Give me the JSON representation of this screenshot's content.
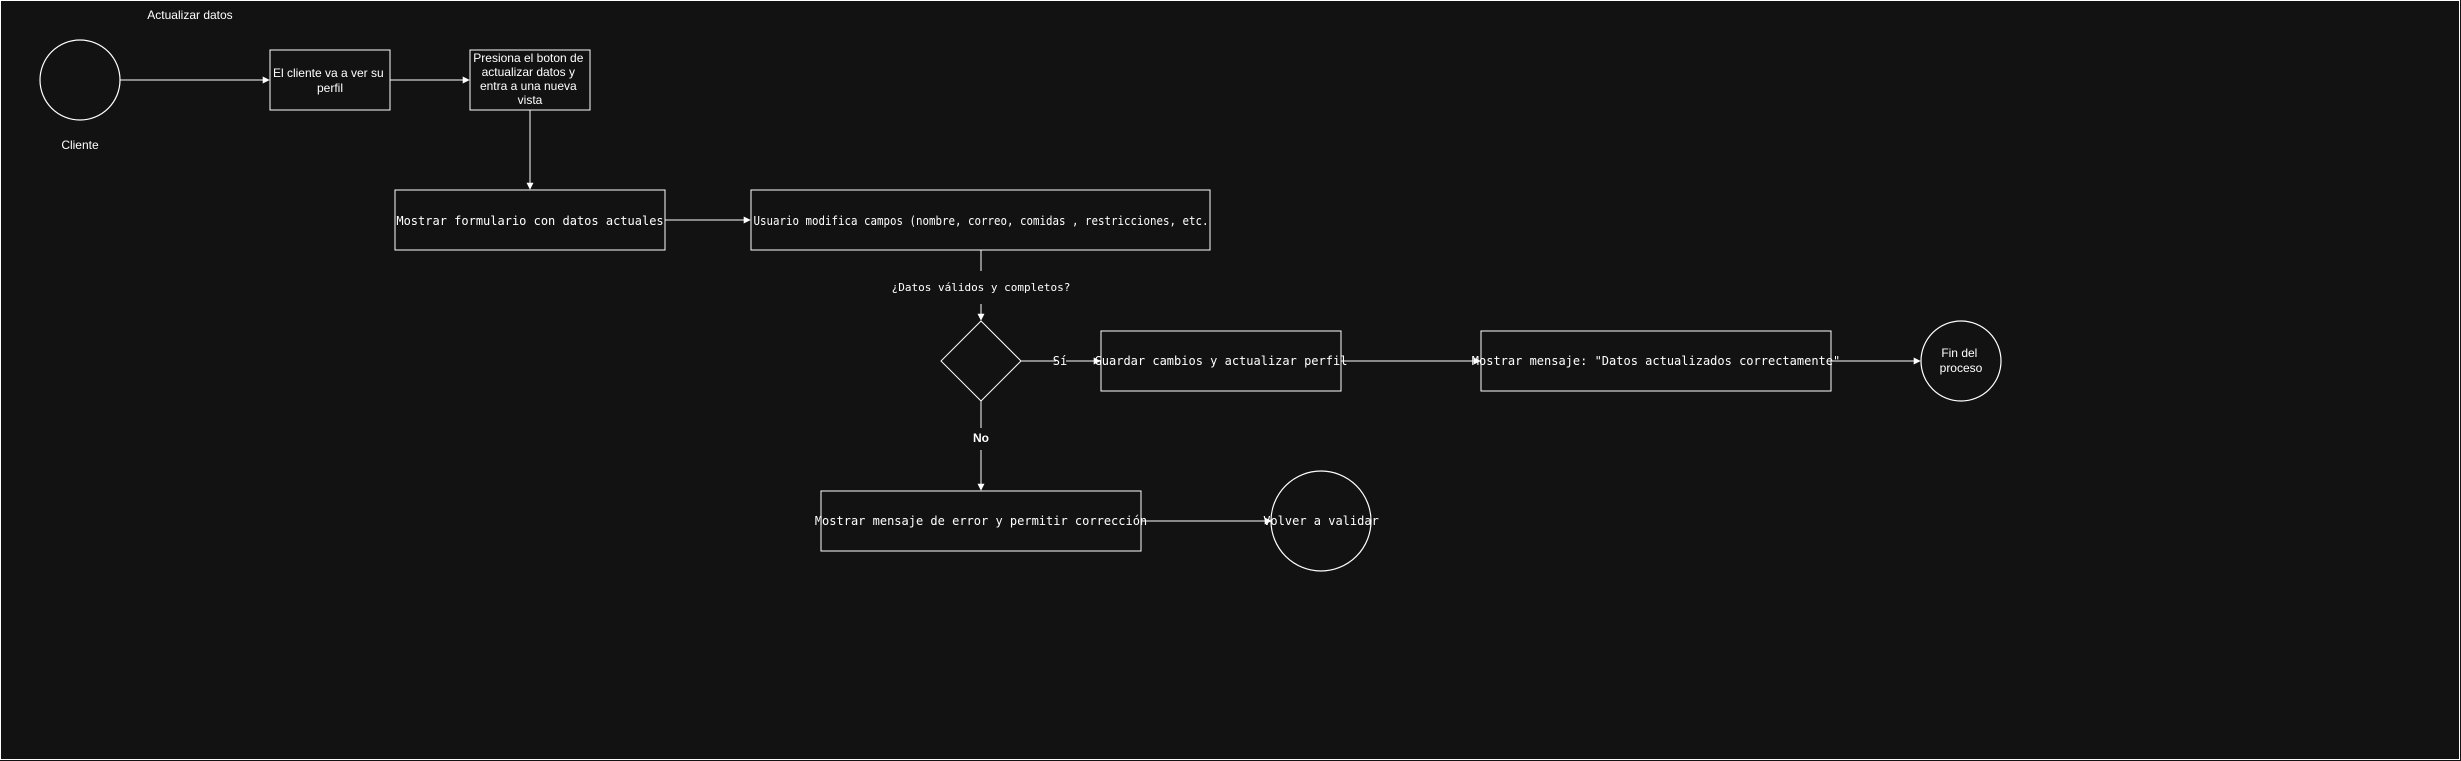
{
  "diagram": {
    "title": "Actualizar datos",
    "actor_label": "Cliente",
    "step_profile": [
      "El cliente va a ver su",
      "perfil"
    ],
    "step_button": [
      "Presiona el boton de",
      "actualizar datos y",
      "entra a una nueva",
      "vista"
    ],
    "step_form": "Mostrar formulario con datos actuales",
    "step_modify": "Usuario modifica campos (nombre, correo, comidas , restricciones, etc.",
    "decision_question": "¿Datos válidos y completos?",
    "label_yes": "Sí",
    "label_no": "No",
    "step_save": "Guardar cambios y actualizar perfil",
    "step_message": "Mostrar mensaje: \"Datos actualizados correctamente\"",
    "end_label": [
      "Fin del",
      "proceso"
    ],
    "step_error": "Mostrar mensaje de error y permitir corrección",
    "revalidate_label": "Volver a validar"
  },
  "colors": {
    "background": "#121212",
    "stroke": "#ffffff",
    "text": "#ffffff"
  }
}
